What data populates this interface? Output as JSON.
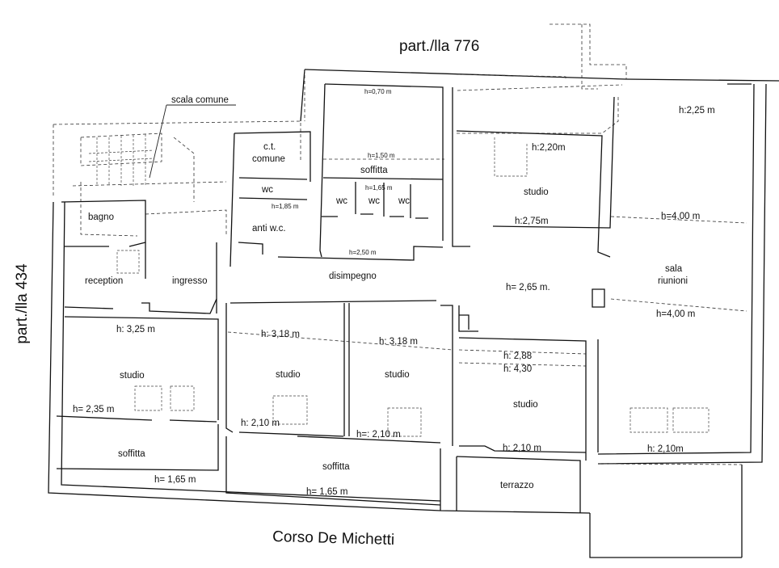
{
  "parcels": {
    "north": "part./lla 776",
    "west": "part./lla 434",
    "street": "Corso De Michetti"
  },
  "labels": {
    "scala_comune": "scala comune",
    "ct_line1": "c.t.",
    "ct_line2": "comune",
    "wc_top": "wc",
    "h_185": "h=1,85 m",
    "anti_wc": "anti w.c.",
    "bagno": "bagno",
    "reception": "reception",
    "ingresso": "ingresso",
    "disimpegno": "disimpegno",
    "h_070": "h=0,70 m",
    "h_150": "h=1,50 m",
    "soffitta_mid": "soffitta",
    "h_165_small": "h=1,65 m",
    "wc1": "wc",
    "wc2": "wc",
    "wc3": "wc",
    "h_250": "h=2,50 m",
    "h_220": "h:2,20m",
    "studio_ne": "studio",
    "h_275": "h:2,75m",
    "h_225": "h:2,25 m",
    "h_400_a": "h=4,00 m",
    "sala_line1": "sala",
    "sala_line2": "riunioni",
    "h_400_b": "h=4,00 m",
    "h_265": "h= 2,65 m.",
    "h_325": "h: 3,25 m",
    "h_318_a": "h: 3,18 m",
    "h_318_b": "h: 3,18 m",
    "h_288": "h: 2,88",
    "h_430": "h: 4,30",
    "studio_1": "studio",
    "studio_2": "studio",
    "studio_3": "studio",
    "studio_4": "studio",
    "h_235": "h= 2,35 m",
    "h_210_a": "h: 2,10 m",
    "h_210_b": "h=: 2,10 m",
    "h_210_c": "h: 2,10 m",
    "h_210_d": "h: 2,10m",
    "soffitta_sw": "soffitta",
    "h_165_sw": "h= 1,65 m",
    "soffitta_s": "soffitta",
    "h_165_s": "h= 1,65 m",
    "terrazzo": "terrazzo"
  }
}
